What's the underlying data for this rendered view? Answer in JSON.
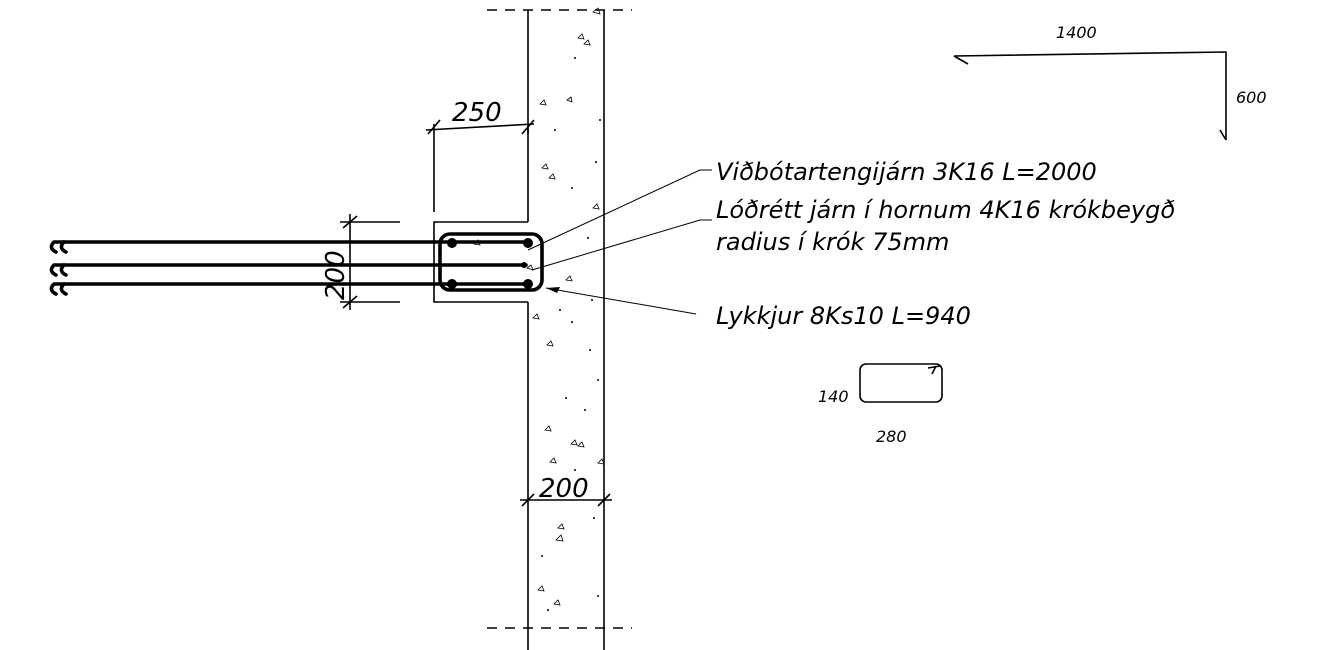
{
  "dimensions": {
    "flange_width": "250",
    "column_depth": "200",
    "wall_thickness": "200"
  },
  "callouts": {
    "dowel": "Viðbótartengijárn 3K16 L=2000",
    "corner_bars_line1": "Lóðrétt járn í hornum 4K16 krókbeygð",
    "corner_bars_line2": "radius í krók 75mm",
    "stirrups": "Lykkjur 8Ks10 L=940"
  },
  "bar_shape_dowel": {
    "length": "1400",
    "hook": "600"
  },
  "bar_shape_stirrup": {
    "height": "140",
    "width": "280"
  }
}
